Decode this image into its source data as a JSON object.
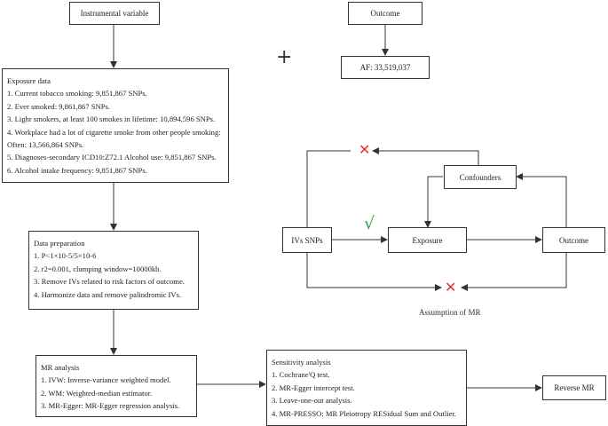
{
  "top": {
    "instrumental_variable": "Instrumental variable",
    "outcome": "Outcome",
    "plus": "+",
    "af": "AF: 33,519,037"
  },
  "exposure_data": {
    "title": "Exposure data",
    "lines": [
      "1. Current tobacco smoking: 9,851,867 SNPs.",
      "2. Ever smoked: 9,861,867 SNPs.",
      "3. Lighr smokers, at least 100 smokes in lifetime: 10,894,596 SNPs.",
      "4. Workplace had a lot of cigarette smoke from other people smoking:",
      "Often: 13,566,864 SNPs.",
      "5. Diagnoses-secondary ICD10:Z72.1 Alcohol use: 9,851,867 SNPs.",
      "6. Alcohol intake frequency: 9,851,867 SNPs."
    ]
  },
  "data_preparation": {
    "title": "Data preparation",
    "lines": [
      "1. P<1×10-5/5×10-6",
      "2. r2=0.001, clumping window=10000kb.",
      "3. Remove IVs related to risk factors of  outcome.",
      "4. Harmonize data and remove palindromic IVs."
    ]
  },
  "mr_analysis": {
    "title": "MR analysis",
    "lines": [
      "1. IVW: Inverse-variance weighted model.",
      "2. WM: Weighted-median estimator.",
      "3. MR-Egger: MR-Egger regression analysis."
    ]
  },
  "sensitivity_analysis": {
    "title": "Sensitivity analysis",
    "lines": [
      "1. Cochrane'Q test.",
      "2. MR-Egger intercept test.",
      "3. Leave-one-out analysis.",
      "4. MR-PRESSO: MR Pleiotropy RESidual Sum and Outlier."
    ]
  },
  "reverse_mr": "Reverse MR",
  "assumption": {
    "ivs_snps": "IVs SNPs",
    "exposure": "Exposure",
    "outcome": "Outcome",
    "confounders": "Confounders",
    "caption": "Assumption of MR",
    "cross_symbol": "✕",
    "check_symbol": "√",
    "cross_color": "#e0302a",
    "check_color": "#2aa64a"
  }
}
